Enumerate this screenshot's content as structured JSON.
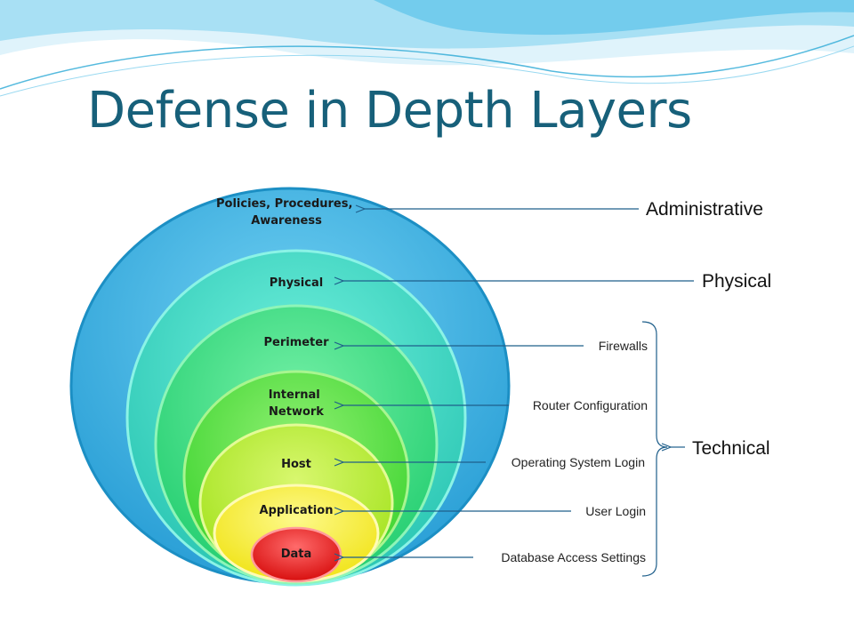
{
  "title": "Defense in Depth Layers",
  "layers": [
    {
      "id": "policies",
      "lines": [
        "Policies, Procedures,",
        "Awareness"
      ]
    },
    {
      "id": "physical",
      "lines": [
        "Physical"
      ]
    },
    {
      "id": "perimeter",
      "lines": [
        "Perimeter"
      ]
    },
    {
      "id": "internal-network",
      "lines": [
        "Internal",
        "Network"
      ]
    },
    {
      "id": "host",
      "lines": [
        "Host"
      ]
    },
    {
      "id": "application",
      "lines": [
        "Application"
      ]
    },
    {
      "id": "data",
      "lines": [
        "Data"
      ]
    }
  ],
  "categories": {
    "administrative": "Administrative",
    "physical": "Physical",
    "technical": "Technical"
  },
  "technical_controls": [
    "Firewalls",
    "Router Configuration",
    "Operating System Login",
    "User Login",
    "Database Access Settings"
  ],
  "colors": {
    "title": "#17607a",
    "arrow": "#1f5f8b",
    "layer_policies": "#3fb3e3",
    "layer_physical": "#3dd9c7",
    "layer_perimeter": "#35e08a",
    "layer_internal": "#57e34a",
    "layer_host": "#b7ef3a",
    "layer_application": "#f6ee2e",
    "layer_data": "#ee1c1c"
  }
}
